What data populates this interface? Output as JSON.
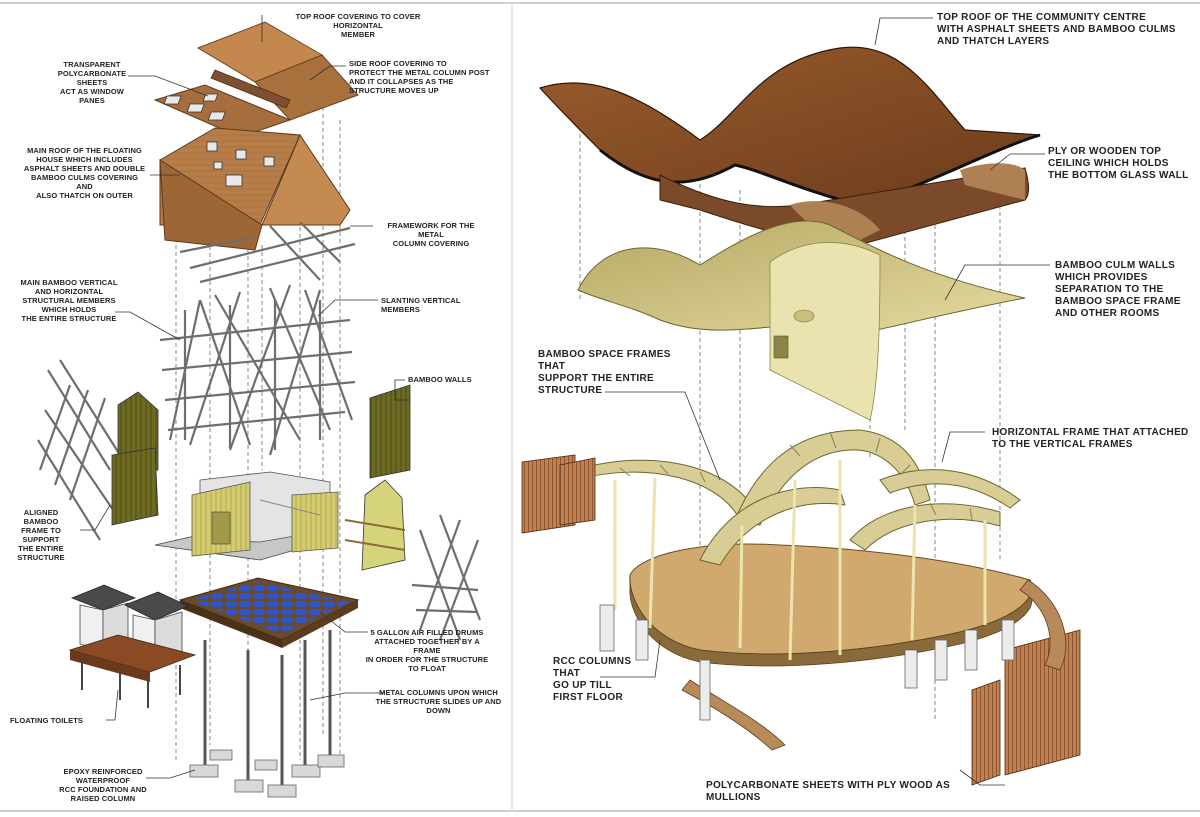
{
  "left_panel": {
    "labels": {
      "top_roof_covering": "TOP ROOF COVERING TO COVER HORIZONTAL\nMEMBER",
      "transparent_sheets": "TRANSPARENT\nPOLYCARBONATE SHEETS\nACT AS WINDOW PANES",
      "side_roof_covering": "SIDE ROOF COVERING TO\nPROTECT THE METAL COLUMN POST\nAND IT COLLAPSES AS THE\nSTRUCTURE MOVES UP",
      "main_roof": "MAIN ROOF OF THE FLOATING\nHOUSE WHICH INCLUDES\nASPHALT SHEETS AND DOUBLE\nBAMBOO CULMS COVERING AND\nALSO THATCH  ON OUTER",
      "framework_metal": "FRAMEWORK FOR THE METAL\nCOLUMN COVERING",
      "main_bamboo_members": "MAIN  BAMBOO VERTICAL\nAND  HORIZONTAL\nSTRUCTURAL MEMBERS\nWHICH HOLDS\nTHE ENTIRE STRUCTURE",
      "slanting_members": "SLANTING VERTICAL MEMBERS",
      "bamboo_walls": "BAMBOO WALLS",
      "aligned_bamboo_frame": "ALIGNED BAMBOO\nFRAME TO\nSUPPORT\nTHE ENTIRE\nSTRUCTURE",
      "air_drums": "5 GALLON AIR FILLED DRUMS\nATTACHED TOGETHER BY A FRAME\nIN ORDER FOR THE STRUCTURE\nTO FLOAT",
      "metal_columns": "METAL COLUMNS UPON WHICH\nTHE STRUCTURE SLIDES UP AND DOWN",
      "floating_toilets": "FLOATING TOILETS",
      "epoxy_foundation": "EPOXY REINFORCED\nWATERPROOF\nRCC FOUNDATION AND\nRAISED COLUMN"
    }
  },
  "right_panel": {
    "labels": {
      "top_roof_community": "TOP ROOF OF THE COMMUNITY CENTRE\nWITH ASPHALT SHEETS AND BAMBOO CULMS\nAND THATCH LAYERS",
      "ply_ceiling": "PLY OR WOODEN TOP\nCEILING WHICH HOLDS\nTHE BOTTOM GLASS WALL",
      "bamboo_culm_walls": "BAMBOO CULM WALLS\nWHICH PROVIDES\nSEPARATION TO THE\nBAMBOO SPACE FRAME\nAND OTHER ROOMS",
      "space_frames": "BAMBOO SPACE FRAMES\nTHAT\nSUPPORT THE ENTIRE\nSTRUCTURE",
      "horizontal_frame": "HORIZONTAL FRAME THAT ATTACHED\nTO THE VERTICAL FRAMES",
      "rcc_columns": "RCC COLUMNS\nTHAT\nGO UP TILL\nFIRST FLOOR",
      "polycarbonate_mullions": "POLYCARBONATE SHEETS WITH PLY WOOD AS MULLIONS"
    }
  },
  "colors": {
    "wood": "#b77d49",
    "wood_dark": "#8a5a2e",
    "bamboo_wall": "#6d6a24",
    "yellow_wall": "#d8d07a",
    "drum_blue": "#2f55c9",
    "roof_brown": "#7a4a26",
    "membrane": "#cfc487",
    "floor": "#c8a46a"
  }
}
